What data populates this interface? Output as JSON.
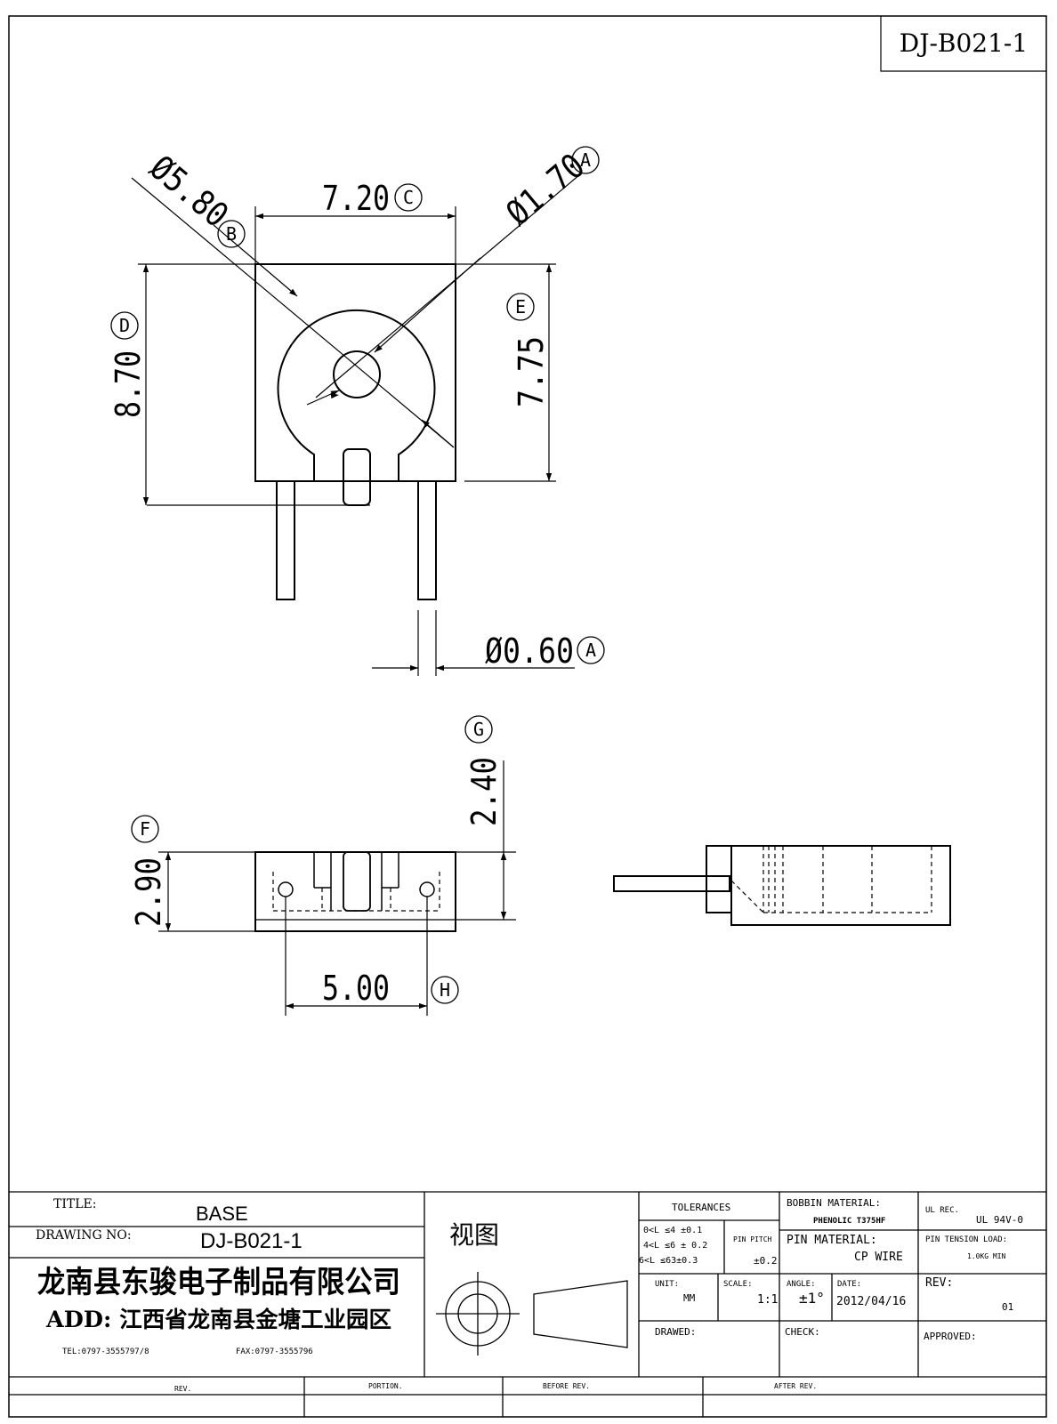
{
  "sheet": {
    "number": "DJ-B021-1"
  },
  "top_view": {
    "dim_width": "7.20",
    "dim_height_total": "8.70",
    "dim_height_body": "7.75",
    "dim_outer_dia": "Ø5.80",
    "dim_inner_dia": "Ø1.70",
    "dim_pin_dia": "Ø0.60",
    "tags": {
      "a1": "A",
      "b": "B",
      "c": "C",
      "d": "D",
      "e": "E",
      "a2": "A"
    }
  },
  "front_view": {
    "dim_height": "2.90",
    "dim_top": "2.40",
    "dim_pitch": "5.00",
    "tags": {
      "f": "F",
      "g": "G",
      "h": "H"
    }
  },
  "title_block": {
    "title_label": "TITLE:",
    "title_value": "BASE",
    "drawing_no_label": "DRAWING NO:",
    "drawing_no_value": "DJ-B021-1",
    "company": "龙南县东骏电子制品有限公司",
    "address": "ADD: 江西省龙南县金塘工业园区",
    "tel": "TEL:0797-3555797/8",
    "fax": "FAX:0797-3555796",
    "view_label": "视图",
    "tolerances_label": "TOLERANCES",
    "tol_row1": "0<L ≤4  ±0.1",
    "tol_row2": "4<L ≤6  ± 0.2",
    "tol_row3": "6<L ≤63±0.3",
    "pin_pitch_label": "PIN PITCH",
    "pin_pitch_value": "±0.2",
    "unit_label": "UNIT:",
    "unit_value": "MM",
    "scale_label": "SCALE:",
    "scale_value": "1:1",
    "angle_label": "ANGLE:",
    "angle_value": "±1°",
    "date_label": "DATE:",
    "date_value": "2012/04/16",
    "bobbin_label": "BOBBIN MATERIAL:",
    "bobbin_value": "PHENOLIC T375HF",
    "pin_material_label": "PIN MATERIAL:",
    "pin_material_value": "CP WIRE",
    "ul_label": "UL REC.",
    "ul_value": "UL  94V-0",
    "tension_label": "PIN TENSION LOAD:",
    "tension_value": "1.0KG MIN",
    "rev_label": "REV:",
    "rev_value": "01",
    "drawed_label": "DRAWED:",
    "check_label": "CHECK:",
    "approved_label": "APPROVED:",
    "rev_col": "REV.",
    "portion_col": "PORTION.",
    "before_col": "BEFORE REV.",
    "after_col": "AFTER REV."
  }
}
